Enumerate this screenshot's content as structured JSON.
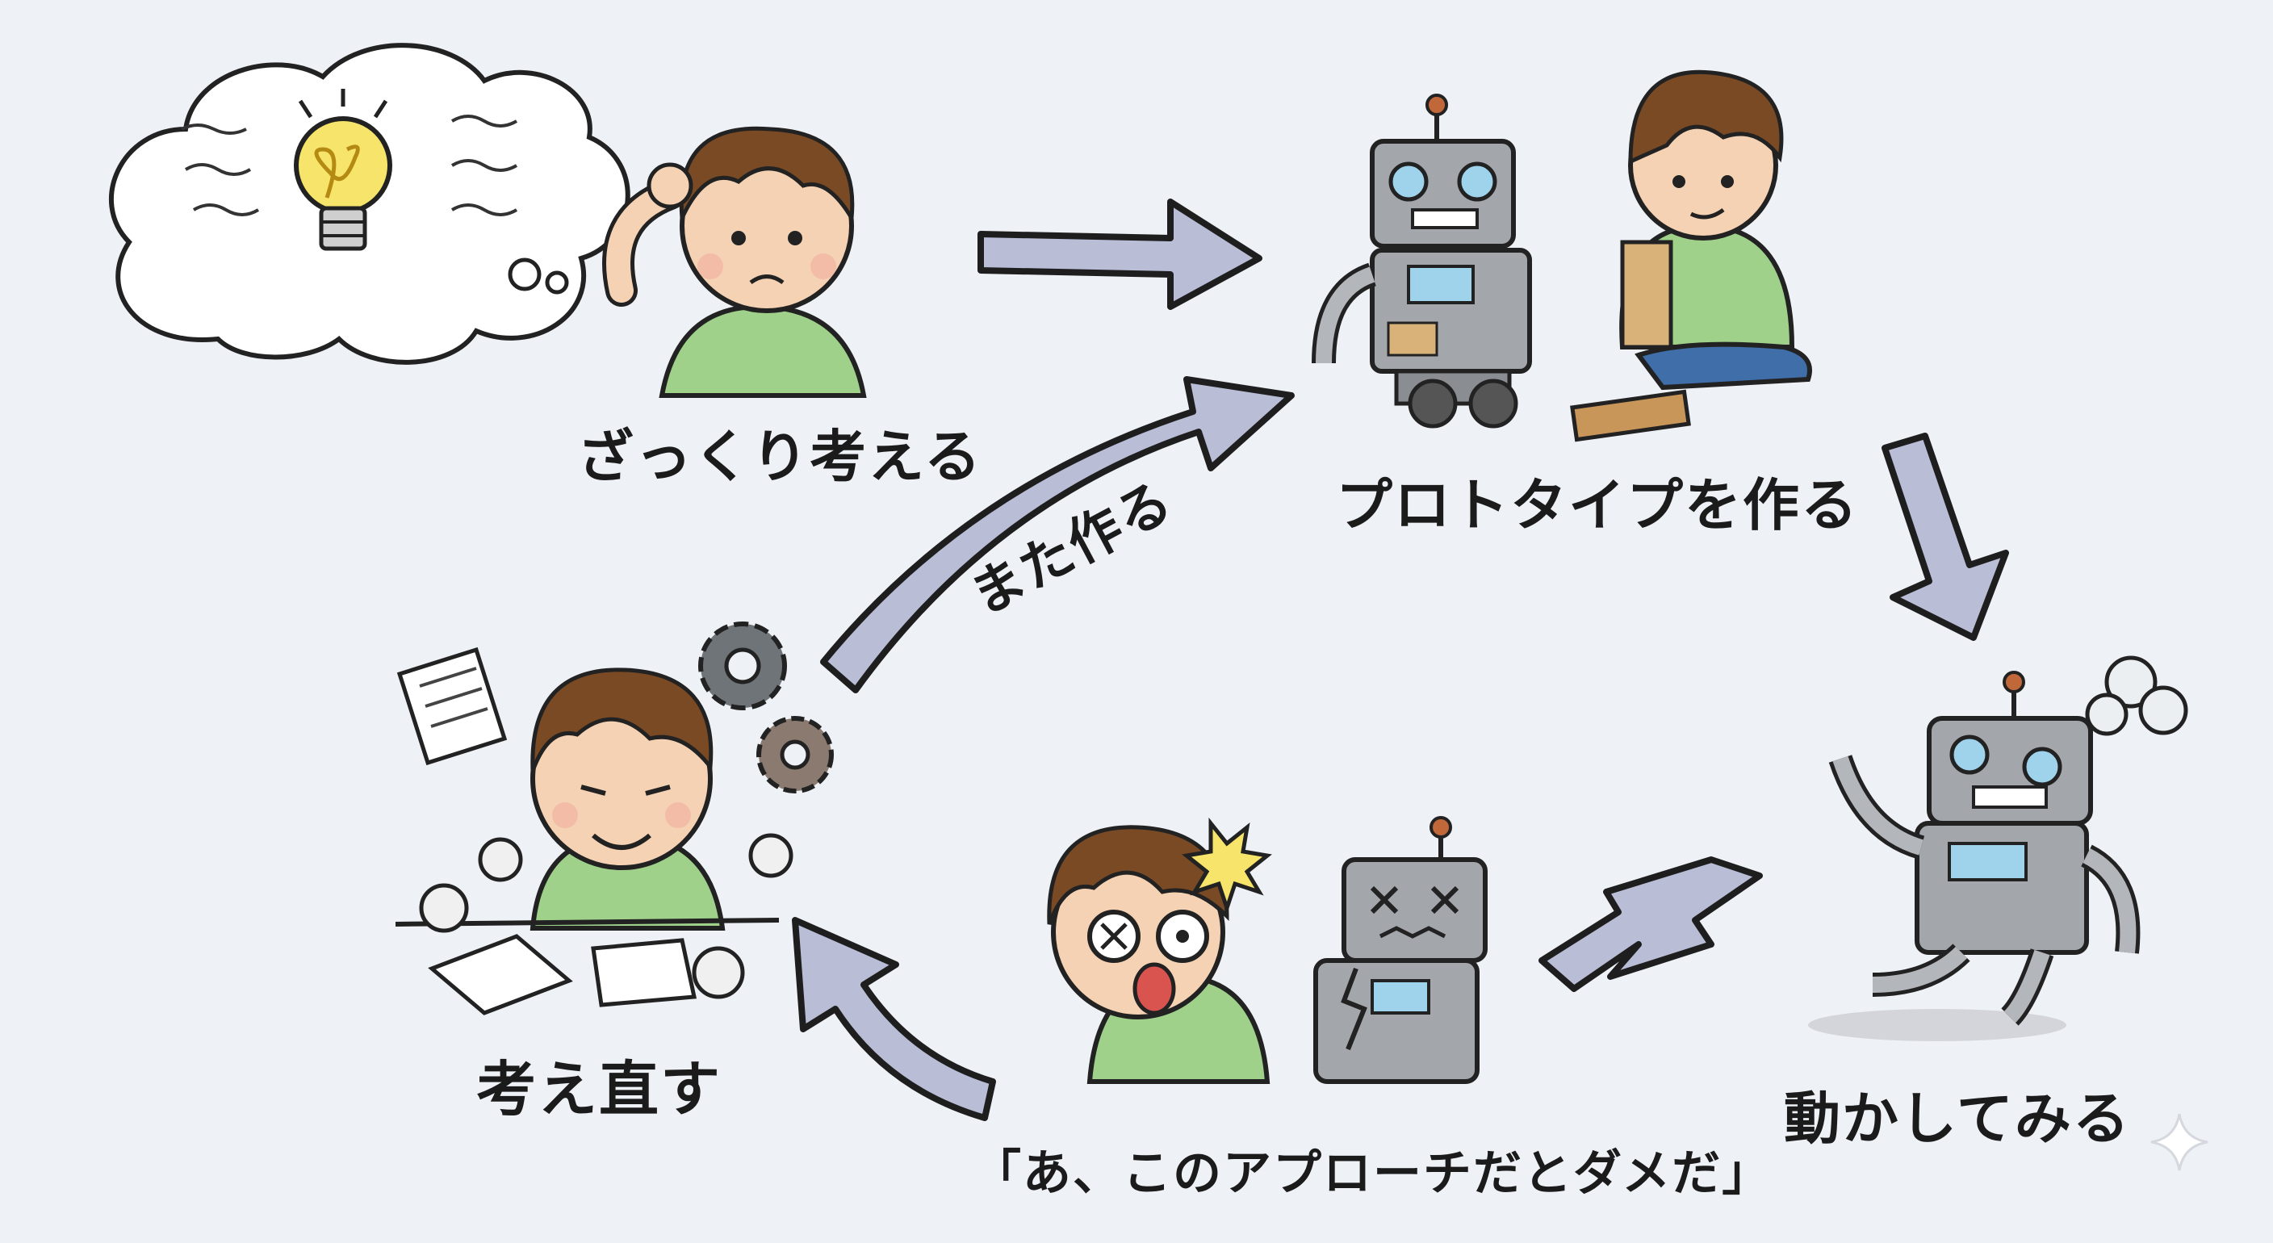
{
  "steps": {
    "think_roughly": "ざっくり考える",
    "build_prototype": "プロトタイプを作る",
    "try_running": "動かしてみる",
    "realization": "「あ、このアプローチだとダメだ」",
    "rethink": "考え直す",
    "build_again": "また作る"
  },
  "colors": {
    "background": "#eef2f6",
    "arrow_fill": "#b9bdd6",
    "shirt_green": "#9fd18b",
    "hair_brown": "#7a4a25",
    "robot_gray": "#a3a6ab",
    "robot_screen": "#9fd3ec",
    "bulb_yellow": "#f7e46a",
    "outline": "#1e1e1e"
  }
}
